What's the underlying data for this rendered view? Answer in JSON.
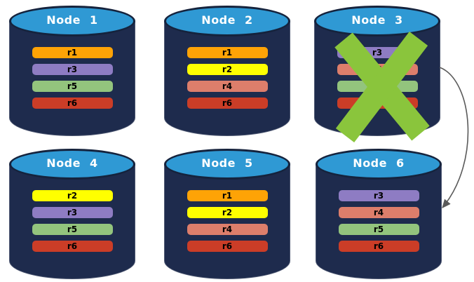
{
  "cylinder": {
    "body_color": "#1E2B4D",
    "top_color": "#2F99D4",
    "outline_color": "#15233D",
    "title_color": "#FFFFFF"
  },
  "nodes": [
    {
      "label": "Node 1",
      "failed": false,
      "bars": [
        {
          "label": "r1",
          "color": "#FEA306"
        },
        {
          "label": "r3",
          "color": "#8E7CC3"
        },
        {
          "label": "r5",
          "color": "#93C47D"
        },
        {
          "label": "r6",
          "color": "#CB3D27"
        }
      ]
    },
    {
      "label": "Node 2",
      "failed": false,
      "bars": [
        {
          "label": "r1",
          "color": "#FEA306"
        },
        {
          "label": "r2",
          "color": "#FFFF00"
        },
        {
          "label": "r4",
          "color": "#DD7E6B"
        },
        {
          "label": "r6",
          "color": "#CB3D27"
        }
      ]
    },
    {
      "label": "Node 3",
      "failed": true,
      "bars": [
        {
          "label": "r3",
          "color": "#8E7CC3"
        },
        {
          "label": "r4",
          "color": "#DD7E6B"
        },
        {
          "label": "r5",
          "color": "#93C47D"
        },
        {
          "label": "r6",
          "color": "#CB3D27"
        }
      ]
    },
    {
      "label": "Node 4",
      "failed": false,
      "bars": [
        {
          "label": "r2",
          "color": "#FFFF00"
        },
        {
          "label": "r3",
          "color": "#8E7CC3"
        },
        {
          "label": "r5",
          "color": "#93C47D"
        },
        {
          "label": "r6",
          "color": "#CB3D27"
        }
      ]
    },
    {
      "label": "Node 5",
      "failed": false,
      "bars": [
        {
          "label": "r1",
          "color": "#FEA306"
        },
        {
          "label": "r2",
          "color": "#FFFF00"
        },
        {
          "label": "r4",
          "color": "#DD7E6B"
        },
        {
          "label": "r6",
          "color": "#CB3D27"
        }
      ]
    },
    {
      "label": "Node 6",
      "failed": false,
      "bars": [
        {
          "label": "r3",
          "color": "#8E7CC3"
        },
        {
          "label": "r4",
          "color": "#DD7E6B"
        },
        {
          "label": "r5",
          "color": "#93C47D"
        },
        {
          "label": "r6",
          "color": "#CB3D27"
        }
      ]
    }
  ],
  "failure_mark": {
    "shape": "x",
    "color": "#8AC53C",
    "on_node": "Node 3"
  },
  "arrow": {
    "color": "#5A5A5A",
    "from": "Node 3",
    "to": "Node 6"
  }
}
